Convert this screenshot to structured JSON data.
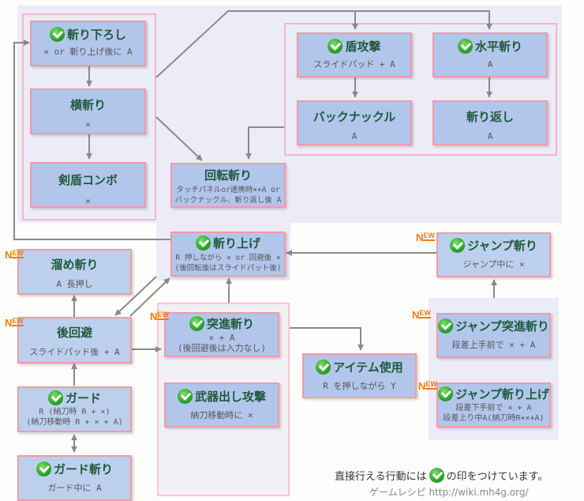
{
  "nodes": {
    "kirioroshi": {
      "title": "斬り下ろし",
      "sub": "× or 斬り上げ後に A",
      "direct": true
    },
    "yokogiri": {
      "title": "横斬り",
      "sub": "×",
      "direct": false
    },
    "kenjun": {
      "title": "剣盾コンボ",
      "sub": "×",
      "direct": false
    },
    "tatekougeki": {
      "title": "盾攻撃",
      "sub": "スライドパッド + A",
      "direct": true
    },
    "suihei": {
      "title": "水平斬り",
      "sub": "A",
      "direct": true
    },
    "backknuckle": {
      "title": "バックナックル",
      "sub": "A",
      "direct": false
    },
    "kirikaeshi": {
      "title": "斬り返し",
      "sub": "A",
      "direct": false
    },
    "kaiten": {
      "title": "回転斬り",
      "sub1": "タッチパネルor連携時×+A or",
      "sub2": "バックナックル、斬り返し後 A",
      "direct": false
    },
    "kiriage": {
      "title": "斬り上げ",
      "sub1": "R 押しながら × or 回避後 ×",
      "sub2": "(後回転後はスライドパット後)",
      "direct": true
    },
    "tamegiri": {
      "title": "溜め斬り",
      "sub": "A 長押し",
      "direct": false,
      "new": true
    },
    "jumpgiri": {
      "title": "ジャンプ斬り",
      "sub": "ジャンプ中に ×",
      "direct": true,
      "new": true
    },
    "atokaihi": {
      "title": "後回避",
      "sub": "スライドパッド後 + A",
      "direct": false,
      "new": true
    },
    "tosshin": {
      "title": "突進斬り",
      "sub1": "× + A",
      "sub2": "(後回避後は入力なし)",
      "direct": true,
      "new": true
    },
    "jumptosshin": {
      "title": "ジャンプ突進斬り",
      "sub": "段差上手前で × + A",
      "direct": true,
      "new": true
    },
    "item": {
      "title": "アイテム使用",
      "sub": "R を押しながら Y",
      "direct": true
    },
    "buki": {
      "title": "武器出し攻撃",
      "sub": "納刀移動時に ×",
      "direct": true
    },
    "guard": {
      "title": "ガード",
      "sub1": "R (納刀時 R + ×)",
      "sub2": "(納刀移動時 R + × + A)",
      "direct": true
    },
    "jumpkiriage": {
      "title": "ジャンプ斬り上げ",
      "sub1": "段差下手前で × + A",
      "sub2": "段差上り中A(納刀時R+×+A)",
      "direct": true,
      "new": true
    },
    "guardgiri": {
      "title": "ガード斬り",
      "sub": "ガード中に A",
      "direct": true
    }
  },
  "badges": {
    "new_label_n": "N",
    "new_label_ew": "EW"
  },
  "legend": {
    "prefix": "直接行える行動には",
    "suffix": "の印をつけています。"
  },
  "footer": {
    "credit": "ゲームレシピ http://wiki.mh4g.org/"
  },
  "colors": {
    "node_fill": "#b2c6ec",
    "node_border": "#f19aa6",
    "title_text": "#1f5a3a",
    "new_badge": "#f07a10",
    "check": "#2aa22a",
    "panel": "#ececf8"
  }
}
